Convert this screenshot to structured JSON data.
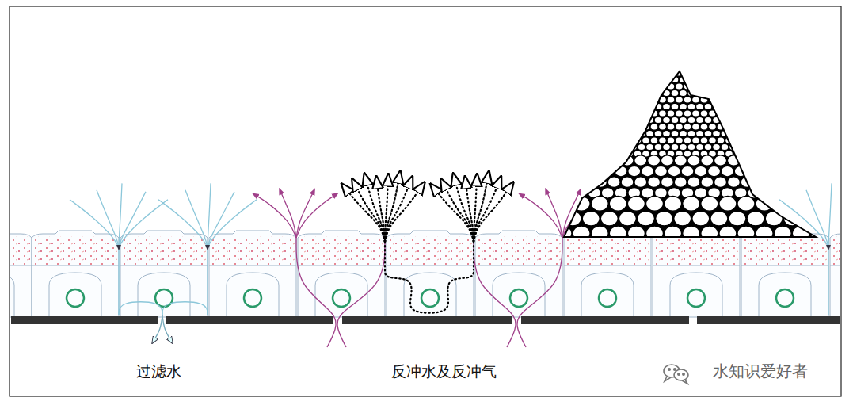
{
  "diagram": {
    "labels": [
      "过滤水",
      "反冲水及反冲气",
      "水知识爱好者"
    ]
  }
}
